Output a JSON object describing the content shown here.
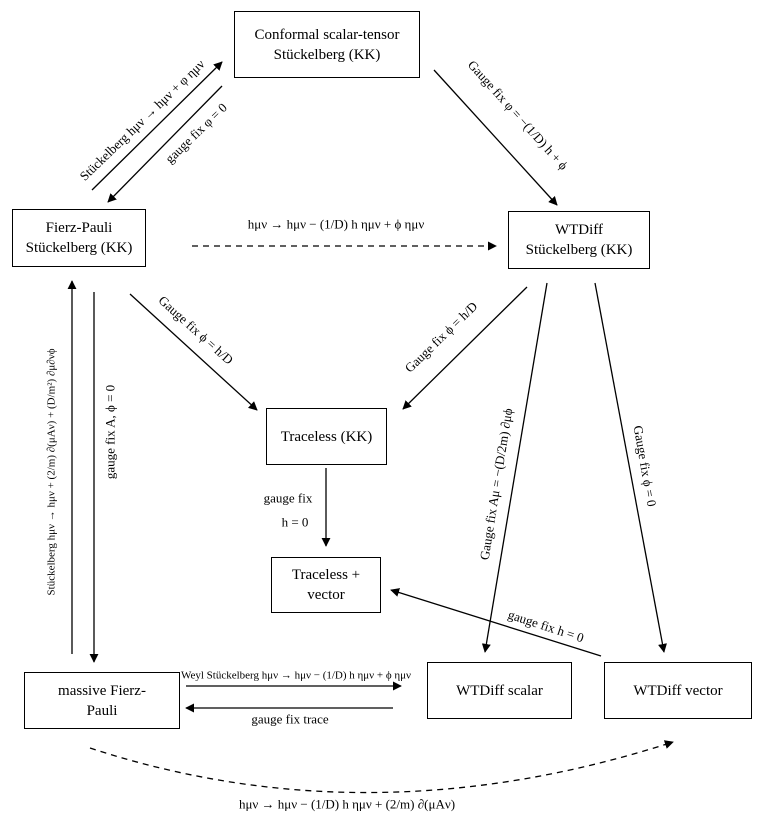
{
  "nodes": {
    "conformal": {
      "line1": "Conformal scalar-tensor",
      "line2": "Stückelberg (KK)"
    },
    "fierz_pauli": {
      "line1": "Fierz-Pauli",
      "line2": "Stückelberg (KK)"
    },
    "wtdiff": {
      "line1": "WTDiff",
      "line2": "Stückelberg (KK)"
    },
    "traceless_kk": {
      "line1": "Traceless (KK)"
    },
    "traceless_vector": {
      "line1": "Traceless +",
      "line2": "vector"
    },
    "massive_fp": {
      "line1": "massive Fierz-",
      "line2": "Pauli"
    },
    "wtdiff_scalar": {
      "line1": "WTDiff scalar"
    },
    "wtdiff_vector": {
      "line1": "WTDiff vector"
    }
  },
  "labels": {
    "stuckelberg_conformal": "Stückelberg hμν → hμν + φ ημν",
    "gauge_fix_varphi": "gauge fix φ = 0",
    "gauge_fix_varphi_wtdiff": "Gauge fix φ = −(1/D) h + ϕ",
    "fp_to_wtdiff": "hμν → hμν − (1/D) h ημν + ϕ ημν",
    "fp_to_traceless": "Gauge fix ϕ = h/D",
    "wtdiff_to_traceless": "Gauge fix ϕ = h/D",
    "wtdiff_to_scalar": "Gauge fix Aμ = −(D/2m) ∂μϕ",
    "wtdiff_to_vector": "Gauge fix ϕ = 0",
    "traceless_gauge_fix_line1": "gauge fix",
    "traceless_gauge_fix_line2": "h = 0",
    "stuckelberg_massive": "Stückelberg hμν → hμν + (2/m) ∂(μAν) + (D/m²) ∂μ∂νϕ",
    "gauge_fix_A_phi": "gauge fix A, ϕ = 0",
    "gauge_fix_h": "gauge fix h = 0",
    "weyl_stuckelberg": "Weyl Stückelberg hμν → hμν − (1/D) h ημν + ϕ ημν",
    "gauge_fix_trace": "gauge fix trace",
    "bottom_map": "hμν → hμν − (1/D) h ημν + (2/m) ∂(μAν)"
  }
}
